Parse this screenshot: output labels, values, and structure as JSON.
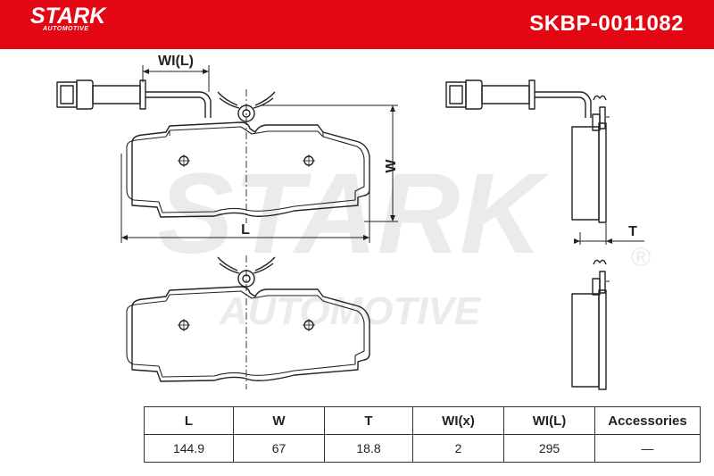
{
  "header": {
    "brand_name": "STARK",
    "brand_sub": "AUTOMOTIVE",
    "part_number": "SKBP-0011082",
    "background_color": "#e30613"
  },
  "watermark": {
    "main": "STARK",
    "sub": "AUTOMOTIVE",
    "registered": "®"
  },
  "dimension_labels": {
    "wear_indicator_length": "WI(L)",
    "width": "W",
    "length": "L",
    "thickness": "T"
  },
  "specs": {
    "headers": [
      "L",
      "W",
      "T",
      "WI(x)",
      "WI(L)",
      "Accessories"
    ],
    "values": [
      "144.9",
      "67",
      "18.8",
      "2",
      "295",
      "—"
    ]
  }
}
